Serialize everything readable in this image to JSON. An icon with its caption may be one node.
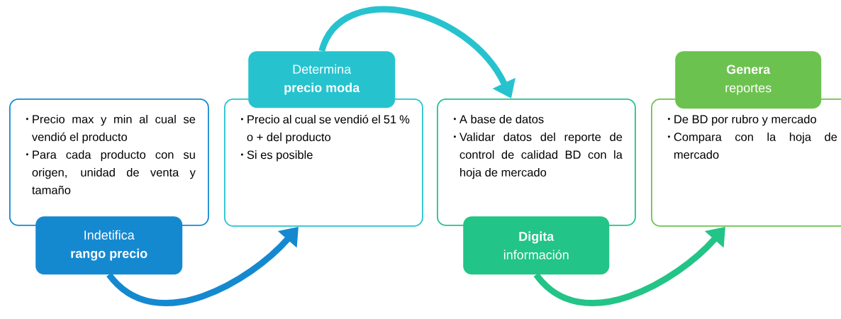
{
  "diagram": {
    "nodes": [
      {
        "text": [
          "Precio max y min al cual se vendió el producto",
          "Para cada producto con su origen, unidad de venta y tamaño"
        ]
      },
      {
        "text": [
          "Indetifica",
          "rango precio"
        ]
      },
      {
        "text": [
          "Precio al cual se vendió el 51 % o + del producto",
          "Si es posible"
        ]
      },
      {
        "text": [
          "Determina",
          "precio moda"
        ]
      },
      {
        "text": [
          "A base de datos",
          "Validar datos del reporte de control de calidad BD con la hoja de mercado"
        ]
      },
      {
        "text": [
          "Digita",
          "información"
        ]
      },
      {
        "text": [
          "De BD por rubro y mercado",
          "Compara con la hoja de mercado"
        ]
      },
      {
        "text": [
          "Genera",
          "reportes"
        ]
      }
    ],
    "edges": [
      {
        "from": 1,
        "to": 2,
        "arrow": "to",
        "color": "#1589d0"
      },
      {
        "from": 3,
        "to": 4,
        "arrow": "to",
        "color": "#26c3cf"
      },
      {
        "from": 5,
        "to": 6,
        "arrow": "to",
        "color": "#22c487"
      }
    ]
  }
}
